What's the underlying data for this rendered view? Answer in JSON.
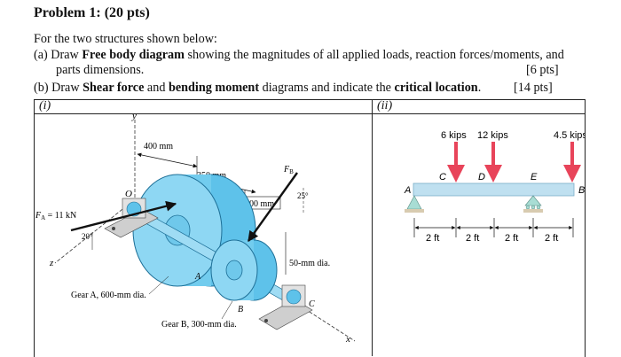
{
  "problem": {
    "title": "Problem 1: (20 pts)",
    "intro": "For the two structures shown below:",
    "part_a": {
      "prefix": "(a) Draw ",
      "bold": "Free body diagram",
      "rest": " showing the magnitudes of all applied loads, reaction forces/moments, and",
      "line2": "parts dimensions.",
      "points": "[6 pts]"
    },
    "part_b": {
      "prefix": "(b) Draw ",
      "bold1": "Shear force",
      "mid1": " and ",
      "bold2": "bending moment",
      "mid2": " diagrams and indicate the ",
      "bold3": "critical location",
      "end": ".",
      "points": "[14 pts]"
    }
  },
  "panel_i": {
    "tag": "(i)",
    "labels": {
      "y_axis": "y",
      "dim_400": "400 mm",
      "dim_350": "350 mm",
      "dim_300": "300 mm",
      "origin": "O",
      "force_a": "F",
      "force_a_sub": "A",
      "force_a_val": " = 11 kN",
      "angle_20": "20°",
      "force_b": "F",
      "force_b_sub": "B",
      "angle_25": "25°",
      "gear_a_letter": "A",
      "gear_b_letter": "B",
      "bearing_c": "C",
      "shaft_dia": "50-mm dia.",
      "gear_a_label": "Gear A, 600-mm dia.",
      "gear_b_label": "Gear B, 300-mm dia.",
      "x_axis": "x",
      "z_axis": "z"
    }
  },
  "panel_ii": {
    "tag": "(ii)",
    "loads": [
      "6 kips",
      "12 kips",
      "4.5 kips"
    ],
    "points": [
      "A",
      "B",
      "C",
      "D",
      "E"
    ],
    "spans": [
      "2 ft",
      "2 ft",
      "2 ft",
      "2 ft"
    ],
    "colors": {
      "beam": "#bfe0f0",
      "load_arrow": "#e8445a",
      "support": "#a8ddd4",
      "ground": "#d8cbb0"
    }
  }
}
